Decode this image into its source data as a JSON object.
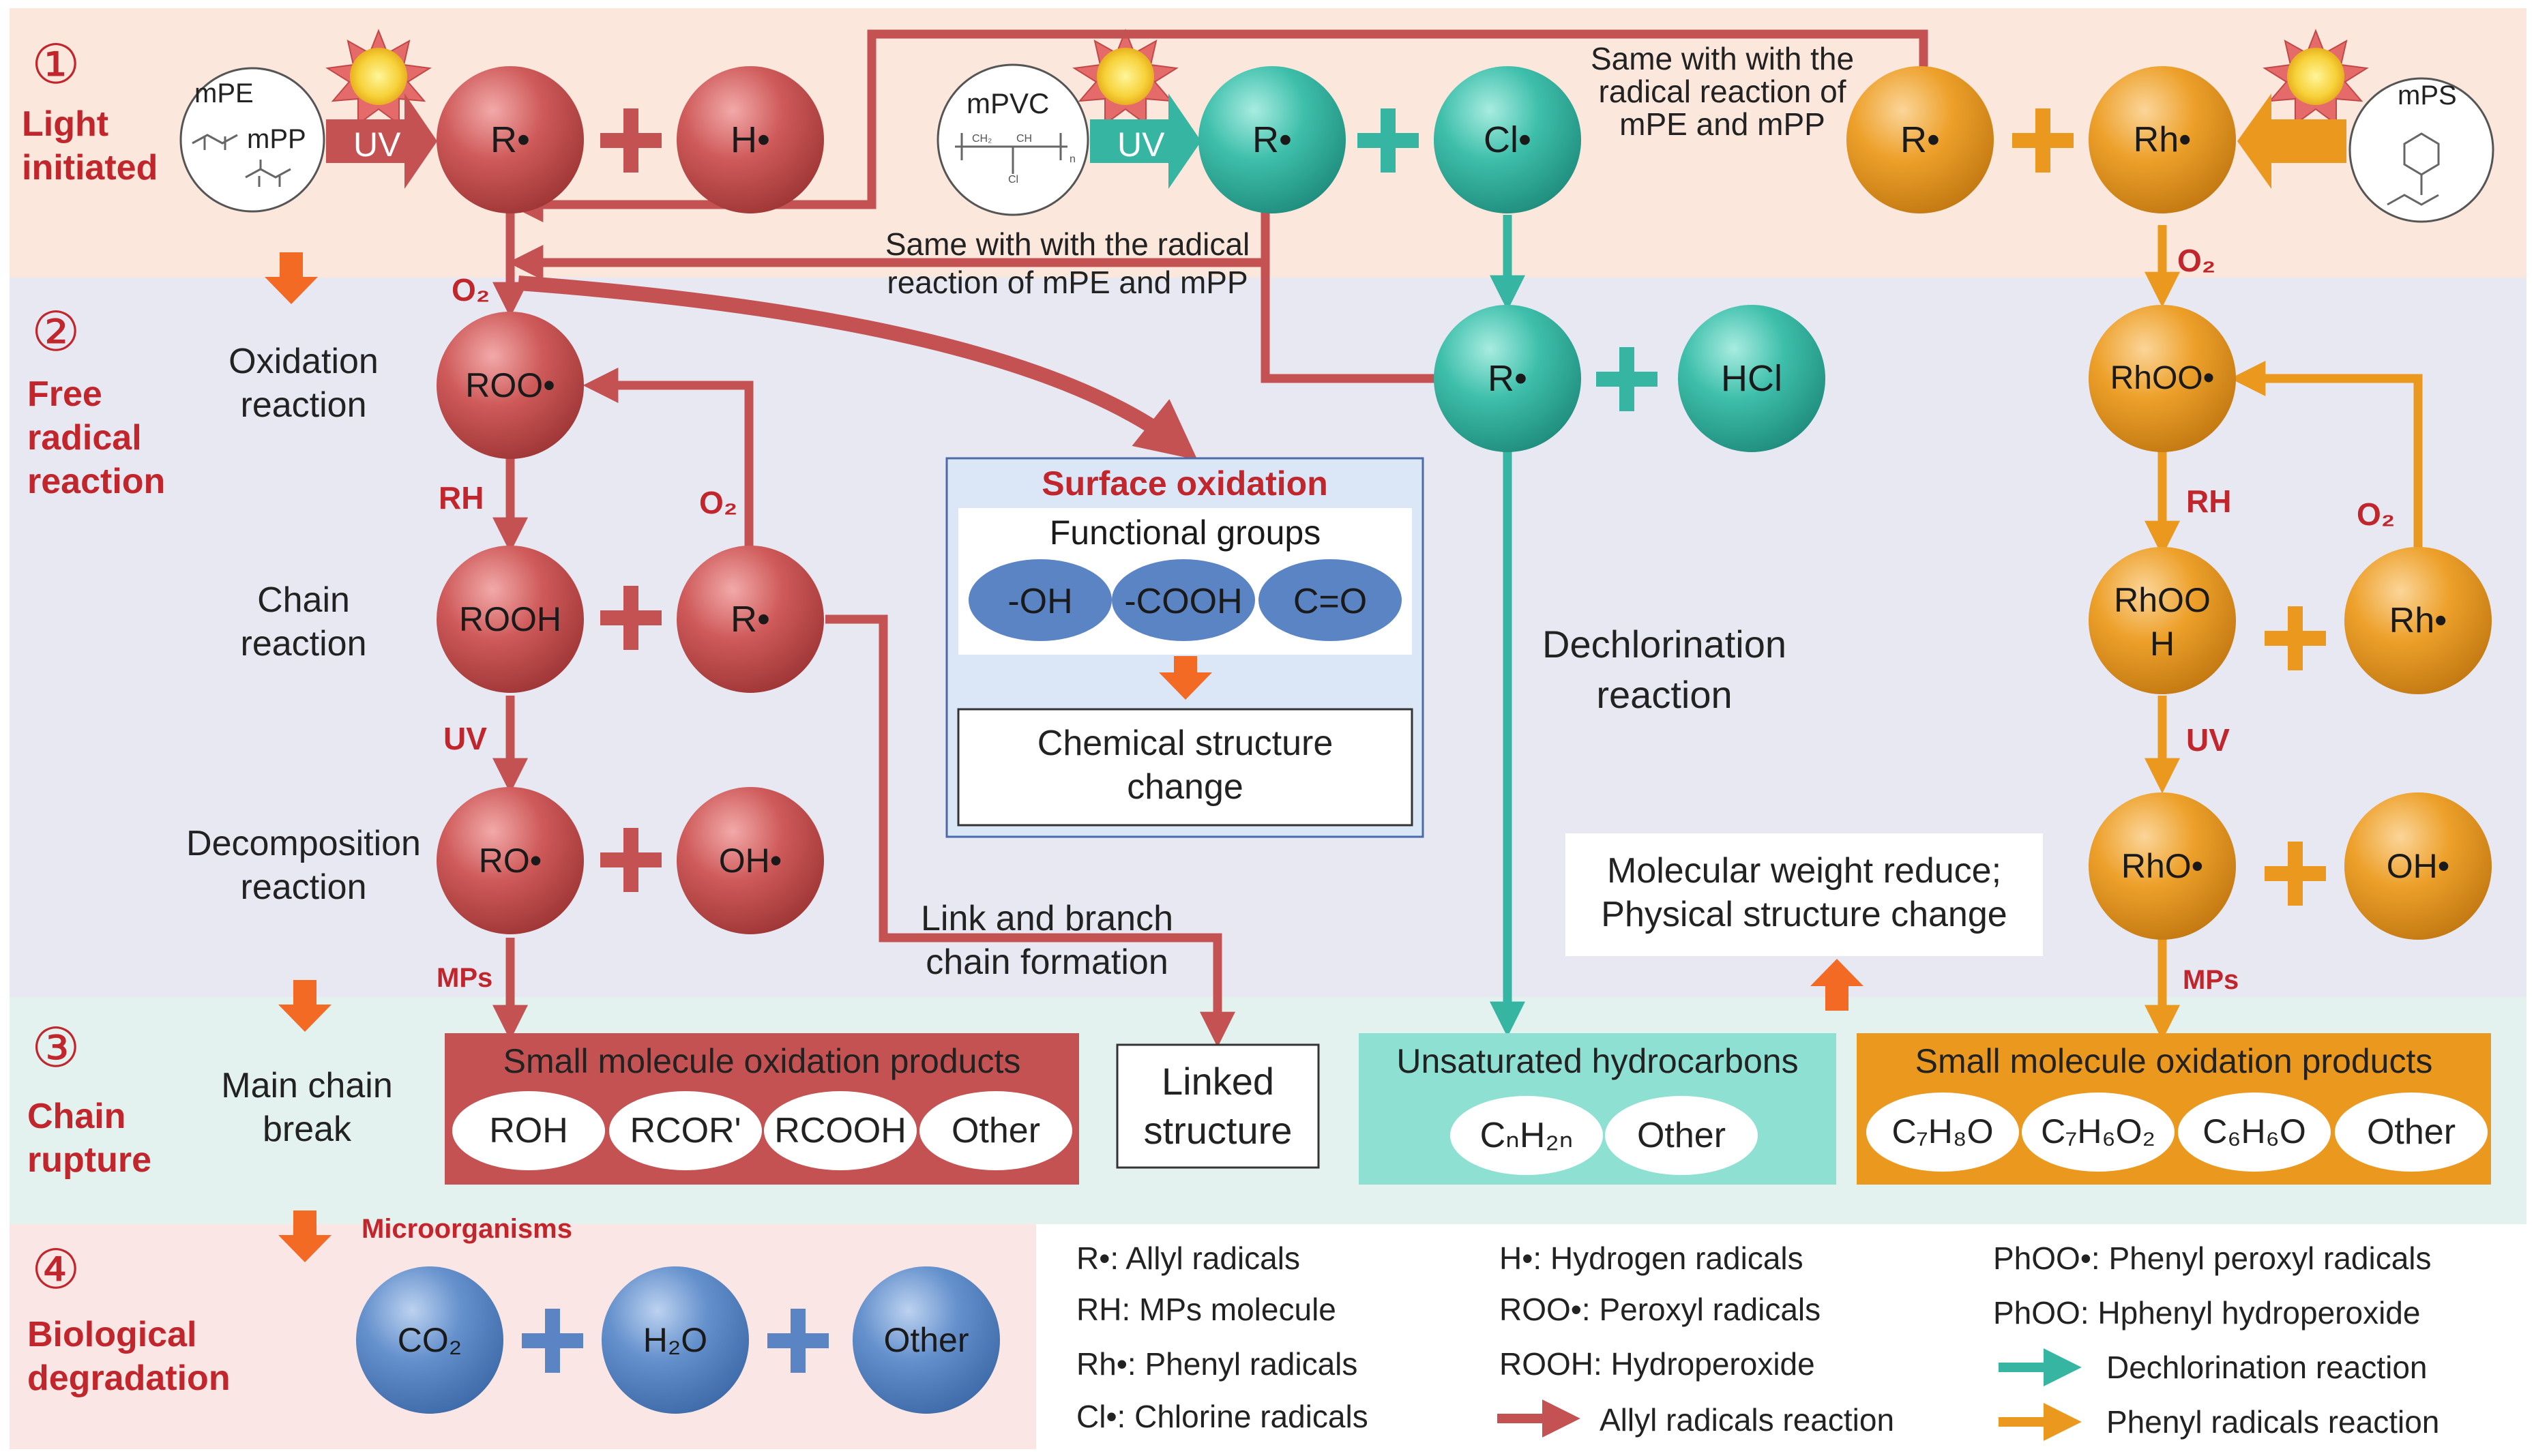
{
  "sections": [
    {
      "number": "①",
      "title": "Light\ninitiated"
    },
    {
      "number": "②",
      "title": "Free\nradical\nreaction"
    },
    {
      "number": "③",
      "title": "Chain\nrupture"
    },
    {
      "number": "④",
      "title": "Biological\ndegradation"
    }
  ],
  "plastics": {
    "mPE": "mPE",
    "mPP": "mPP",
    "mPVC": "mPVC",
    "mPS": "mPS",
    "pvc_struct": [
      "CH₂",
      "CH",
      "Cl",
      "n"
    ]
  },
  "uv_arrow_label": "UV",
  "step_labels": {
    "oxidation": "Oxidation\nreaction",
    "chain": "Chain\nreaction",
    "decomposition": "Decomposition\nreaction",
    "main_chain": "Main chain\nbreak",
    "dechlorination": "Dechlorination\nreaction",
    "link_branch": "Link and branch\nchain formation",
    "same_top": "Same with with the\nradical reaction of\nmPE and mPP",
    "same_mid": "Same with with the radical\nreaction of mPE and mPP",
    "microorganisms": "Microorganisms",
    "mw_reduce": "Molecular weight  reduce;\nPhysical structure change"
  },
  "reagent_labels": {
    "o2_a": "O₂",
    "rh_a": "RH",
    "o2_b": "O₂",
    "uv_a": "UV",
    "mps_a": "MPs",
    "o2_c": "O₂",
    "rh_b": "RH",
    "o2_d": "O₂",
    "uv_b": "UV",
    "mps_b": "MPs"
  },
  "spheres": {
    "red_r": "R•",
    "red_h": "H•",
    "roo": "ROO•",
    "rooh": "ROOH",
    "red_r2": "R•",
    "ro": "RO•",
    "oh_red": "OH•",
    "teal_r": "R•",
    "cl": "Cl•",
    "teal_r2": "R•",
    "hcl": "HCl",
    "or_r": "R•",
    "or_rh": "Rh•",
    "rhoo": "RhOO•",
    "rhooh": "RhOO\nH",
    "or_rh2": "Rh•",
    "rho": "RhO•",
    "oh_or": "OH•",
    "co2": "CO₂",
    "h2o": "H₂O",
    "other_blue": "Other"
  },
  "surface_box": {
    "title": "Surface oxidation",
    "functional_title": "Functional groups",
    "groups": [
      "-OH",
      "-COOH",
      "C=O"
    ],
    "chem_change": "Chemical structure\nchange"
  },
  "product_boxes": {
    "red": {
      "title": "Small molecule oxidation products",
      "items": [
        "ROH",
        "RCOR'",
        "RCOOH",
        "Other"
      ]
    },
    "linked": "Linked\nstructure",
    "teal": {
      "title": "Unsaturated hydrocarbons",
      "items": [
        "CₙH₂ₙ",
        "Other"
      ]
    },
    "orange": {
      "title": "Small molecule oxidation products",
      "items": [
        "C₇H₈O",
        "C₇H₆O₂",
        "C₆H₆O",
        "Other"
      ]
    }
  },
  "legend": {
    "col1": [
      "R•: Allyl radicals",
      "RH: MPs molecule",
      "Rh•: Phenyl radicals",
      "Cl•: Chlorine radicals"
    ],
    "col2": [
      "H•: Hydrogen radicals",
      "ROO•: Peroxyl radicals",
      "ROOH: Hydroperoxide"
    ],
    "col3": [
      "PhOO•: Phenyl peroxyl radicals",
      "PhOO: Hphenyl hydroperoxide"
    ],
    "arrows": [
      "Allyl radicals reaction",
      "Dechlorination reaction",
      "Phenyl radicals reaction"
    ]
  },
  "colors": {
    "red": "#c45252",
    "teal": "#35b5a2",
    "orange": "#eb981e",
    "blue": "#5b84c4",
    "band1": "#fbe7dc",
    "band2": "#e8e8f2",
    "band3": "#e3f2ee",
    "band4": "#fbe6e6",
    "title_red": "#c0262c"
  }
}
